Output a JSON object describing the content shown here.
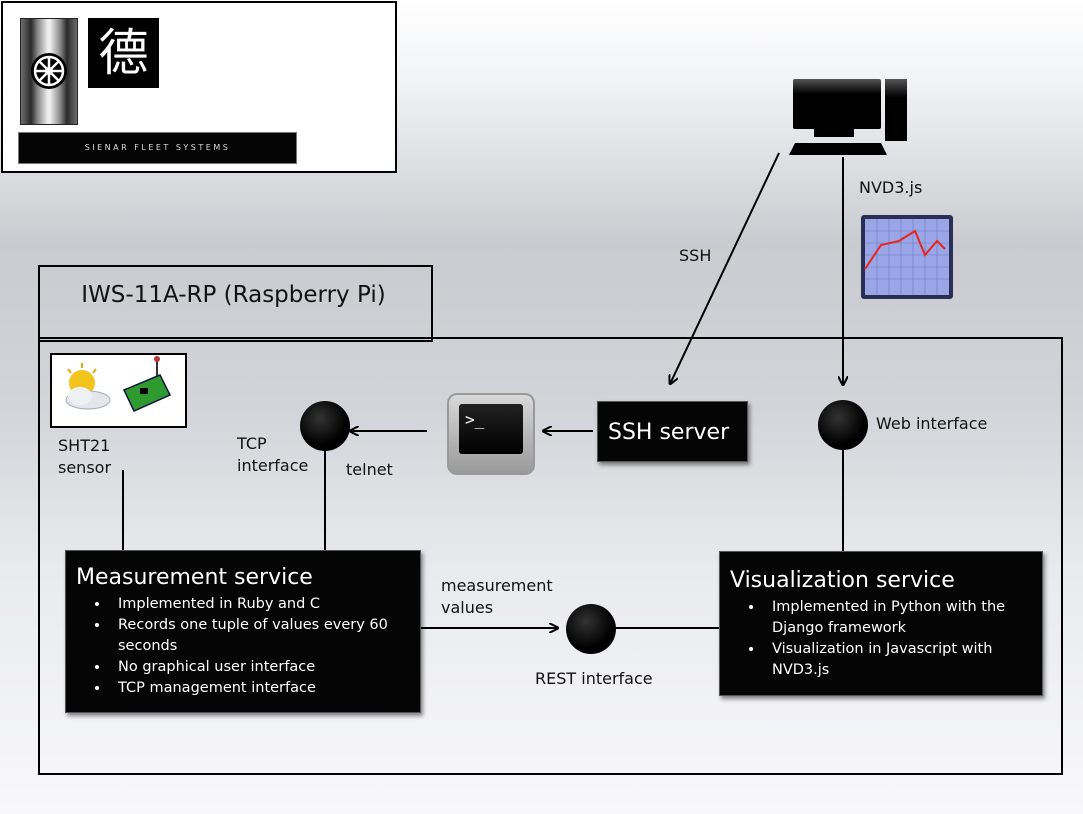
{
  "logo": {
    "kanji": "德",
    "banner": "SIENAR FLEET SYSTEMS"
  },
  "board": {
    "title": "IWS-11A-RP (Raspberry Pi)"
  },
  "sensor": {
    "label": "SHT21 sensor"
  },
  "tcp": {
    "label": "TCP interface",
    "telnet": "telnet"
  },
  "ssh": {
    "server_label": "SSH server",
    "link_label": "SSH",
    "prompt": ">_"
  },
  "web": {
    "label": "Web interface",
    "lib_label": "NVD3.js"
  },
  "rest": {
    "label": "REST interface",
    "flow_label": "measurement values"
  },
  "measurement": {
    "title": "Measurement service",
    "items": [
      "Implemented in Ruby and C",
      "Records one tuple of values every 60 seconds",
      "No graphical user interface",
      "TCP management interface"
    ]
  },
  "visualization": {
    "title": "Visualization service",
    "items": [
      "Implemented in Python with the Django framework",
      "Visualization in Javascript with NVD3.js"
    ]
  },
  "colors": {
    "chart_line": "#e8251c",
    "chart_bg": "#9aa6e6",
    "sensor_board": "#2f9a2f"
  }
}
